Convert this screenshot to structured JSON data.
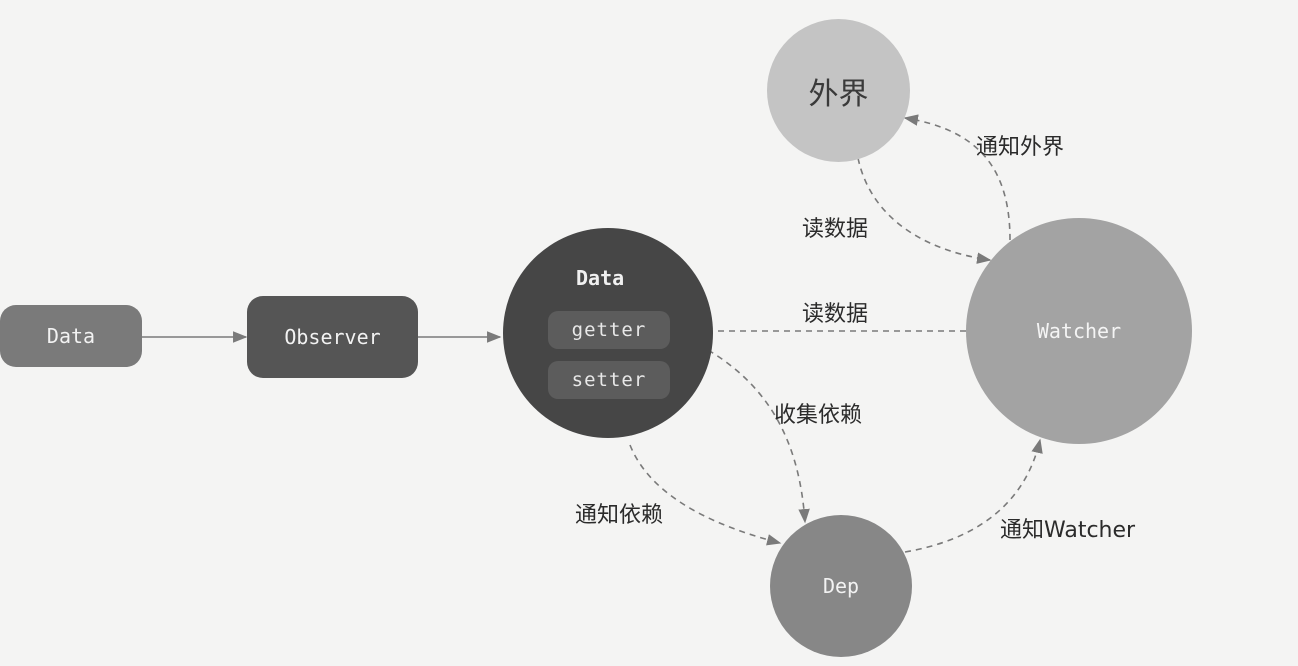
{
  "nodes": {
    "data_input": "Data",
    "observer": "Observer",
    "data_object": "Data",
    "getter": "getter",
    "setter": "setter",
    "external": "外界",
    "watcher": "Watcher",
    "dep": "Dep"
  },
  "edges": {
    "notify_external": "通知外界",
    "read_data_external": "读数据",
    "read_data_getter": "读数据",
    "collect_deps": "收集依赖",
    "notify_deps": "通知依赖",
    "notify_watcher": "通知Watcher"
  },
  "colors": {
    "background": "#f4f4f3",
    "data_input_fill": "#7a7a7a",
    "observer_fill": "#555555",
    "data_object_fill": "#464646",
    "pill_fill": "#5c5c5c",
    "external_fill": "#c4c4c4",
    "watcher_fill": "#a3a3a3",
    "dep_fill": "#878787",
    "arrow_stroke": "#7a7a7a"
  }
}
